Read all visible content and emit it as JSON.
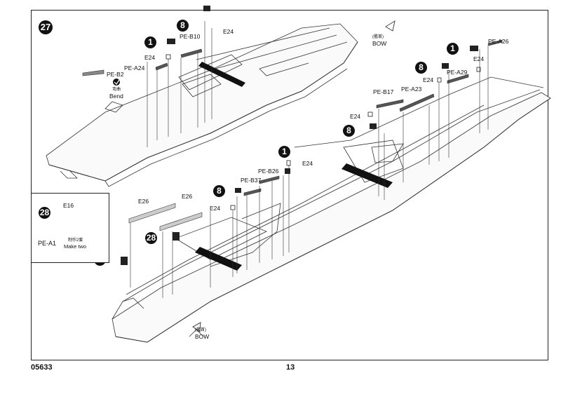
{
  "page": {
    "code": "05633",
    "number": "13",
    "step": "27"
  },
  "callouts": {
    "one": "1",
    "eight": "8",
    "twenty_eight": "28"
  },
  "labels": {
    "pe_b10": "PE-B10",
    "pe_b2": "PE-B2",
    "pe_a24": "PE-A24",
    "pe_a26": "PE-A26",
    "pe_a29": "PE-A29",
    "pe_a23": "PE-A23",
    "pe_b17": "PE-B17",
    "pe_b26": "PE-B26",
    "pe_b37": "PE-B37",
    "pe_a1": "PE-A1",
    "e24": "E24",
    "e26": "E26",
    "e16": "E16",
    "bow_cn": "(艦首)",
    "bow": "BOW",
    "bend_cn": "弯曲",
    "bend": "Bend",
    "make_two_cn": "制作2套",
    "make_two": "Make two"
  }
}
